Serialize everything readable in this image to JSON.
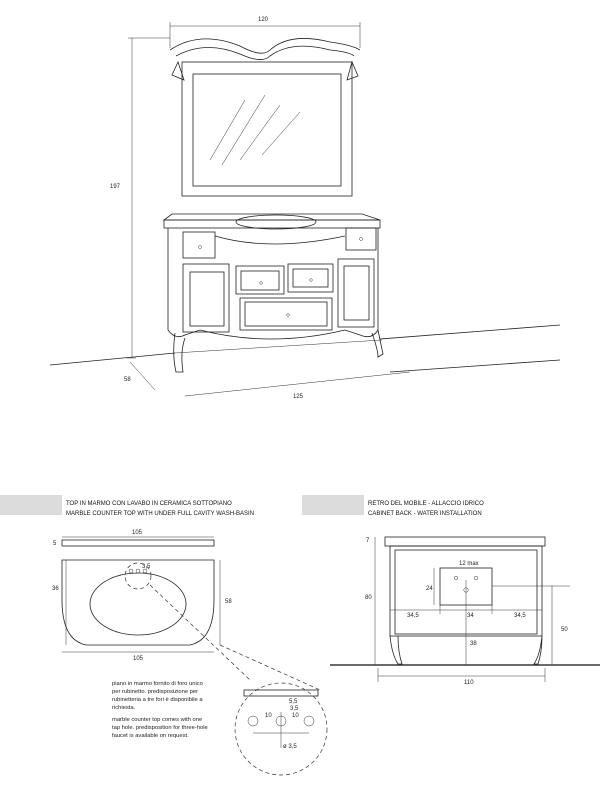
{
  "overview": {
    "dim_width_top": "120",
    "dim_height": "197",
    "dim_depth": "58",
    "dim_width_base": "125"
  },
  "countertop_panel": {
    "title_it": "TOP IN MARMO CON LAVABO IN CERAMICA SOTTOPIANO",
    "title_en": "MARBLE COUNTER TOP WITH UNDER FULL CAVITY WASH-BASIN",
    "dim_top_width": "105",
    "dim_thickness": "5",
    "dim_side_left": "36",
    "dim_hole": "3,5",
    "dim_side_right": "58",
    "dim_bottom_width": "105",
    "note_it": [
      "piano in marmo fornito di  foro unico",
      "per rubinetto. predisposizione per",
      "rubinetteria a tre fori è disponibile a",
      "richiesta."
    ],
    "note_en": [
      "marble counter top comes with one",
      "tap hole. predisposition for three-hole",
      "faucet is available on request."
    ],
    "detail_dim_a": "10",
    "detail_dim_b": "10",
    "detail_dim_c": "3,5",
    "detail_dim_d": "5,5",
    "detail_dim_phi": "ø 3,5"
  },
  "cabinet_panel": {
    "title_it": "RETRO DEL MOBILE - ALLACCIO IDRICO",
    "title_en": "CABINET BACK - WATER INSTALLATION",
    "dim_top": "7",
    "dim_12max": "12 max",
    "dim_24": "24",
    "dim_80": "80",
    "dim_left": "34,5",
    "dim_center": "34",
    "dim_right": "34,5",
    "dim_50": "50",
    "dim_38": "38",
    "dim_110": "110"
  }
}
